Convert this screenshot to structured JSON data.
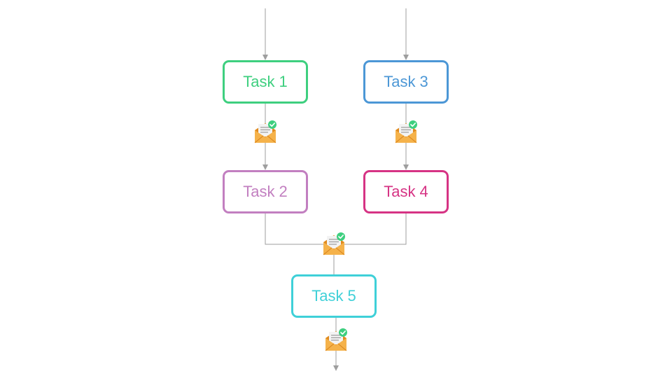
{
  "tasks": [
    {
      "id": "task-1",
      "label": "Task 1",
      "color": "#3ecf7f"
    },
    {
      "id": "task-2",
      "label": "Task 2",
      "color": "#c27fc0"
    },
    {
      "id": "task-3",
      "label": "Task 3",
      "color": "#4c97d6"
    },
    {
      "id": "task-4",
      "label": "Task 4",
      "color": "#d63384"
    },
    {
      "id": "task-5",
      "label": "Task 5",
      "color": "#3fd0d8"
    }
  ],
  "connector_color": "#9e9e9e",
  "message_icon": {
    "name": "envelope-checkmark-icon",
    "envelope_color": "#f5b24a",
    "envelope_dark": "#e08a1e",
    "paper_color": "#f3f3f3",
    "check_color": "#3ecf7f"
  },
  "edges": [
    {
      "from": "start",
      "to": "task-1"
    },
    {
      "from": "start",
      "to": "task-3"
    },
    {
      "from": "task-1",
      "to": "task-2",
      "message": true
    },
    {
      "from": "task-3",
      "to": "task-4",
      "message": true
    },
    {
      "from": "task-2",
      "to": "task-5",
      "message": true
    },
    {
      "from": "task-4",
      "to": "task-5",
      "message": true
    },
    {
      "from": "task-5",
      "to": "end",
      "message": true
    }
  ]
}
